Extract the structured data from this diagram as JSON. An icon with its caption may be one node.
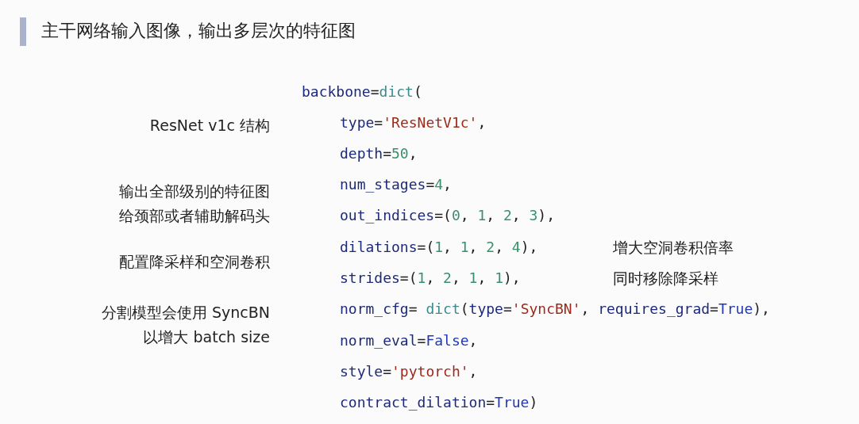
{
  "diagram": {
    "title": "主干网络输入图像，输出多层次的特征图",
    "labels": [
      "backbone=dict(",
      "ResNet v1c 结构",
      "type='ResNetV1c',",
      "depth=50,",
      "输出全部级别的特征图给颈部或者辅助解码头",
      "num_stages=4,",
      "out_indices=(0, 1, 2, 3),",
      "dilations=(1, 1, 2, 4),",
      "增大空洞卷积倍率",
      "配置降采样和空洞卷积",
      "strides=(1, 2, 1, 1),",
      "同时移除降采样",
      "分割模型会使用 SyncBN 以增大 batch size",
      "norm_cfg= dict(type='SyncBN', requires_grad=True),",
      "norm_eval=False,",
      "style='pytorch',",
      "contract_dilation=True)"
    ]
  }
}
